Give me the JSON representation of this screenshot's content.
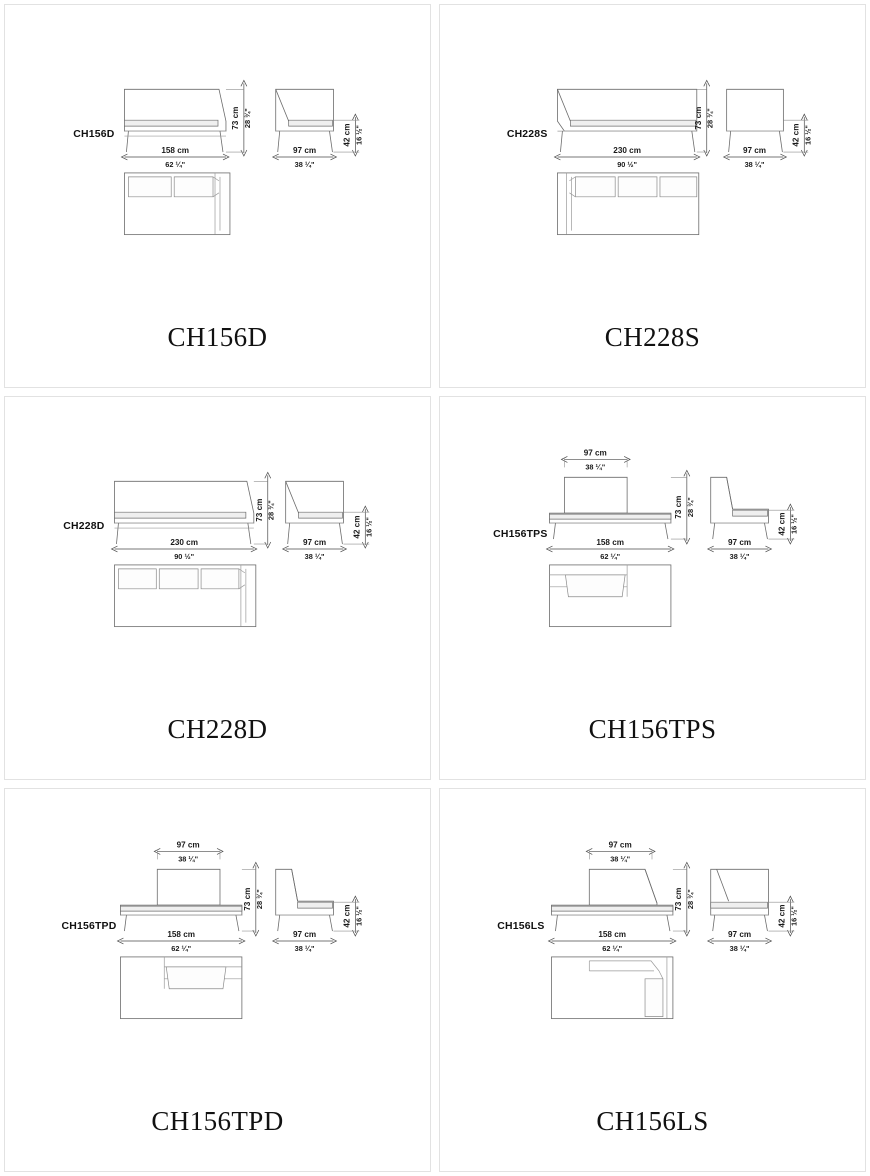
{
  "sheet": {
    "title": "Furniture technical drawing sheet",
    "units": {
      "metric": "cm",
      "imperial": "\""
    }
  },
  "panels": [
    {
      "code": "CH156D",
      "caption": "CH156D",
      "type": "sofa-right-arm",
      "views": [
        "front-elevation",
        "side-elevation",
        "plan"
      ],
      "cushions": 2,
      "arm_side": "right",
      "top_dimension": null,
      "dimensions": {
        "width": {
          "metric": "158 cm",
          "imperial": "62 ¼\""
        },
        "depth": {
          "metric": "97 cm",
          "imperial": "38 ¼\""
        },
        "height": {
          "metric": "73 cm",
          "imperial": "28 ¾\""
        },
        "seat_height": {
          "metric": "42 cm",
          "imperial": "16 ½\""
        }
      }
    },
    {
      "code": "CH228S",
      "caption": "CH228S",
      "type": "sofa-left-arm",
      "views": [
        "front-elevation",
        "side-elevation",
        "plan"
      ],
      "cushions": 3,
      "arm_side": "left",
      "top_dimension": null,
      "dimensions": {
        "width": {
          "metric": "230 cm",
          "imperial": "90 ½\""
        },
        "depth": {
          "metric": "97 cm",
          "imperial": "38 ¼\""
        },
        "height": {
          "metric": "73 cm",
          "imperial": "28 ¾\""
        },
        "seat_height": {
          "metric": "42 cm",
          "imperial": "16 ½\""
        }
      }
    },
    {
      "code": "CH228D",
      "caption": "CH228D",
      "type": "sofa-right-arm",
      "views": [
        "front-elevation",
        "side-elevation",
        "plan"
      ],
      "cushions": 3,
      "arm_side": "right",
      "top_dimension": null,
      "dimensions": {
        "width": {
          "metric": "230 cm",
          "imperial": "90 ½\""
        },
        "depth": {
          "metric": "97 cm",
          "imperial": "38 ¼\""
        },
        "height": {
          "metric": "73 cm",
          "imperial": "28 ¾\""
        },
        "seat_height": {
          "metric": "42 cm",
          "imperial": "16 ½\""
        }
      }
    },
    {
      "code": "CH156TPS",
      "caption": "CH156TPS",
      "type": "chaise-back-left",
      "views": [
        "front-elevation",
        "side-elevation",
        "plan"
      ],
      "cushions": 1,
      "arm_side": "none",
      "top_dimension": {
        "metric": "97 cm",
        "imperial": "38 ¼\""
      },
      "dimensions": {
        "width": {
          "metric": "158 cm",
          "imperial": "62 ¼\""
        },
        "depth": {
          "metric": "97 cm",
          "imperial": "38 ¼\""
        },
        "height": {
          "metric": "73 cm",
          "imperial": "28 ¾\""
        },
        "seat_height": {
          "metric": "42 cm",
          "imperial": "16 ½\""
        }
      }
    },
    {
      "code": "CH156TPD",
      "caption": "CH156TPD",
      "type": "chaise-back-right",
      "views": [
        "front-elevation",
        "side-elevation",
        "plan"
      ],
      "cushions": 1,
      "arm_side": "none",
      "top_dimension": {
        "metric": "97 cm",
        "imperial": "38 ¼\""
      },
      "dimensions": {
        "width": {
          "metric": "158 cm",
          "imperial": "62 ¼\""
        },
        "depth": {
          "metric": "97 cm",
          "imperial": "38 ¼\""
        },
        "height": {
          "metric": "73 cm",
          "imperial": "28 ¾\""
        },
        "seat_height": {
          "metric": "42 cm",
          "imperial": "16 ½\""
        }
      }
    },
    {
      "code": "CH156LS",
      "caption": "CH156LS",
      "type": "chaise-longue-left",
      "views": [
        "front-elevation",
        "side-elevation",
        "plan"
      ],
      "cushions": 1,
      "arm_side": "right",
      "top_dimension": {
        "metric": "97 cm",
        "imperial": "38 ¼\""
      },
      "dimensions": {
        "width": {
          "metric": "158 cm",
          "imperial": "62 ¼\""
        },
        "depth": {
          "metric": "97 cm",
          "imperial": "38 ¼\""
        },
        "height": {
          "metric": "73 cm",
          "imperial": "28 ¾\""
        },
        "seat_height": {
          "metric": "42 cm",
          "imperial": "16 ½\""
        }
      }
    }
  ]
}
